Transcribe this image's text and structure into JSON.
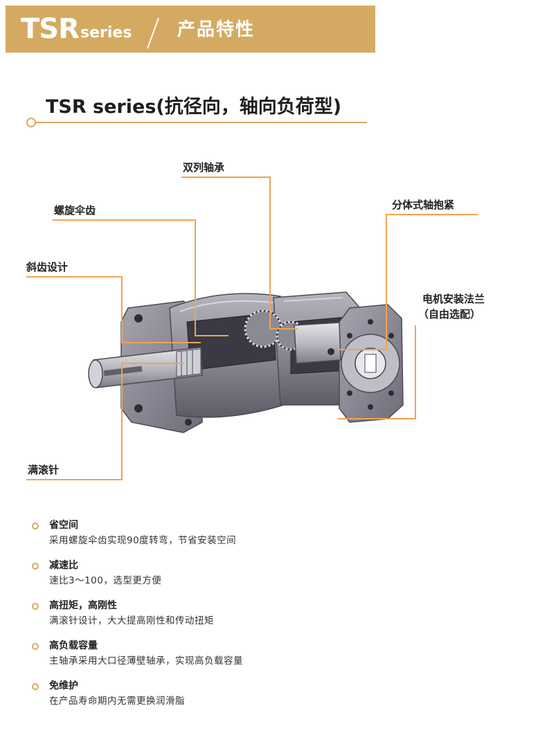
{
  "header": {
    "brand": "TSR",
    "brand_sub": "series",
    "title": "产品特性"
  },
  "section": {
    "title": "TSR series(抗径向，轴向负荷型)"
  },
  "callouts": {
    "double_row_bearing": "双列轴承",
    "spiral_bevel_gear": "螺旋伞齿",
    "split_shaft_clamp": "分体式轴抱紧",
    "helical_gear_design": "斜齿设计",
    "motor_flange_line1": "电机安装法兰",
    "motor_flange_line2": "（自由选配）",
    "full_needle_roller": "满滚针"
  },
  "features": [
    {
      "title": "省空间",
      "desc": "采用螺旋伞齿实现90度转弯，节省安装空间"
    },
    {
      "title": "减速比",
      "desc": "速比3～100，选型更方便"
    },
    {
      "title": "高扭矩，高刚性",
      "desc": "满滚针设计，大大提高刚性和传动扭矩"
    },
    {
      "title": "高负载容量",
      "desc": "主轴承采用大口径薄壁轴承，实现高负载容量"
    },
    {
      "title": "免维护",
      "desc": "在产品寿命期内无需更换润滑脂"
    }
  ],
  "colors": {
    "accent": "#d4aa62",
    "callout_line": "#f0a352",
    "body_gray": "#8f8f96"
  }
}
